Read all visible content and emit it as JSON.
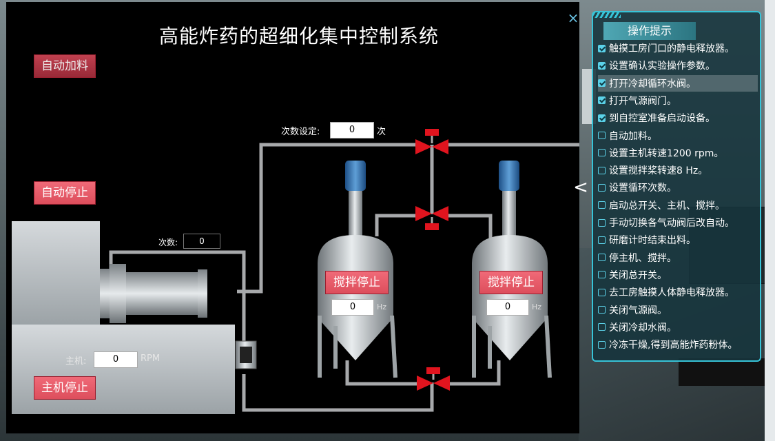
{
  "panel": {
    "title": "高能炸药的超细化集中控制系统",
    "close_icon": "×",
    "btn_auto_feed": "自动加料",
    "btn_auto_stop": "自动停止",
    "btn_main_stop": "主机停止",
    "count_setting_label": "次数设定:",
    "count_setting_value": "0",
    "count_setting_unit": "次",
    "count_label": "次数:",
    "count_value": "0",
    "main_label": "主机:",
    "main_value": "0",
    "main_unit": "RPM",
    "mixer_left": {
      "button": "搅拌停止",
      "value": "0",
      "unit": "Hz"
    },
    "mixer_right": {
      "button": "搅拌停止",
      "value": "0",
      "unit": "Hz"
    }
  },
  "tips": {
    "title": "操作提示",
    "collapse_icon": "<",
    "steps": [
      {
        "text": "触摸工房门口的静电释放器。",
        "done": true
      },
      {
        "text": "设置确认实验操作参数。",
        "done": true
      },
      {
        "text": "打开冷却循环水阀。",
        "done": true,
        "highlight": true
      },
      {
        "text": "打开气源阀门。",
        "done": true
      },
      {
        "text": "到自控室准备启动设备。",
        "done": true
      },
      {
        "text": "自动加料。",
        "done": false
      },
      {
        "text": "设置主机转速1200 rpm。",
        "done": false
      },
      {
        "text": "设置搅拌桨转速8 Hz。",
        "done": false
      },
      {
        "text": "设置循环次数。",
        "done": false
      },
      {
        "text": "启动总开关、主机、搅拌。",
        "done": false
      },
      {
        "text": "手动切换各气动阀后改自动。",
        "done": false
      },
      {
        "text": "研磨计时结束出料。",
        "done": false
      },
      {
        "text": "停主机、搅拌。",
        "done": false
      },
      {
        "text": "关闭总开关。",
        "done": false
      },
      {
        "text": "去工房触摸人体静电释放器。",
        "done": false
      },
      {
        "text": "关闭气源阀。",
        "done": false
      },
      {
        "text": "关闭冷却水阀。",
        "done": false
      },
      {
        "text": "冷冻干燥,得到高能炸药粉体。",
        "done": false
      }
    ]
  },
  "colors": {
    "accent": "#37c4d8",
    "button_red": "#e95663",
    "valve_red": "#e0141e"
  }
}
